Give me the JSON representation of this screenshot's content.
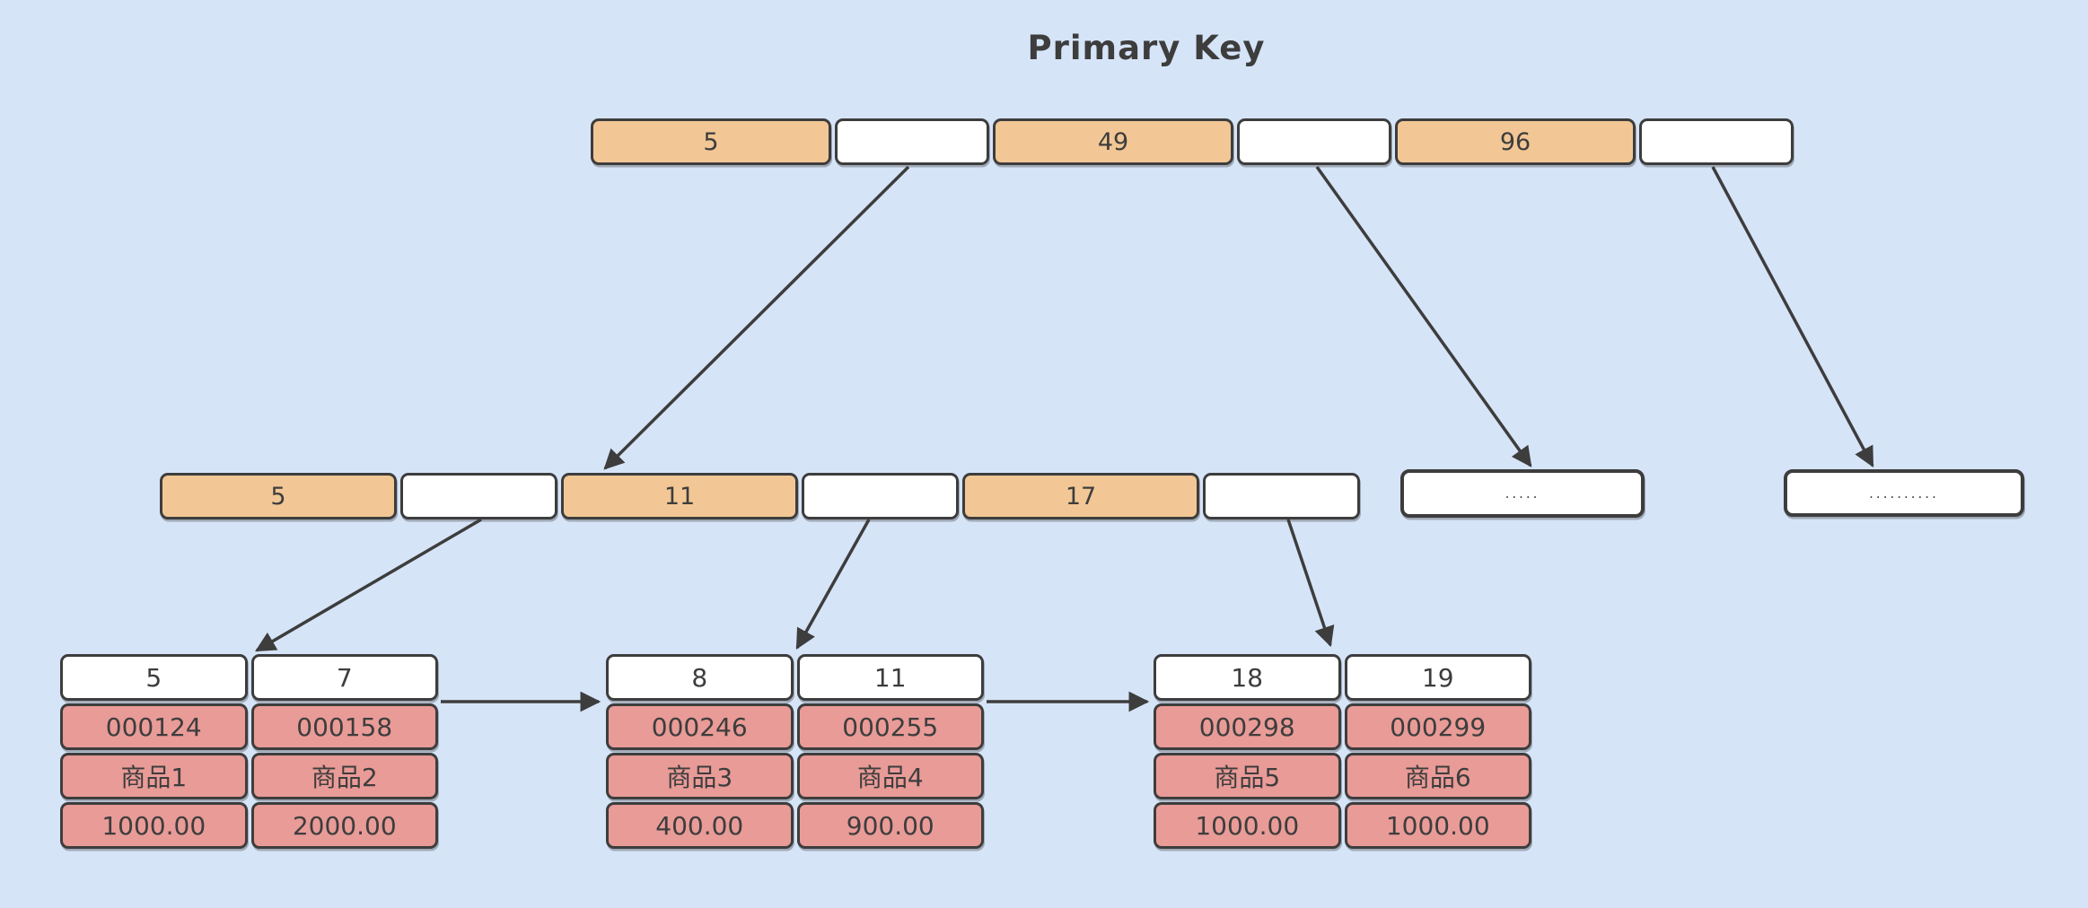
{
  "title": "Primary Key",
  "colors": {
    "background": "#d6e4f8",
    "key_cell": "#f2c795",
    "pointer_cell": "#ffffff",
    "data_cell": "#e99b97",
    "border": "#3d3d3d",
    "arrow": "#3d3d3d",
    "text": "#3d3d3d"
  },
  "root_node": {
    "keys": [
      "5",
      "49",
      "96"
    ]
  },
  "internal_node": {
    "keys": [
      "5",
      "11",
      "17"
    ]
  },
  "collapsed_nodes": [
    {
      "label": "....."
    },
    {
      "label": ".........."
    }
  ],
  "leaf_nodes": [
    {
      "keys": [
        "5",
        "7"
      ],
      "rows": [
        [
          "000124",
          "000158"
        ],
        [
          "商品1",
          "商品2"
        ],
        [
          "1000.00",
          "2000.00"
        ]
      ]
    },
    {
      "keys": [
        "8",
        "11"
      ],
      "rows": [
        [
          "000246",
          "000255"
        ],
        [
          "商品3",
          "商品4"
        ],
        [
          "400.00",
          "900.00"
        ]
      ]
    },
    {
      "keys": [
        "18",
        "19"
      ],
      "rows": [
        [
          "000298",
          "000299"
        ],
        [
          "商品5",
          "商品6"
        ],
        [
          "1000.00",
          "1000.00"
        ]
      ]
    }
  ]
}
